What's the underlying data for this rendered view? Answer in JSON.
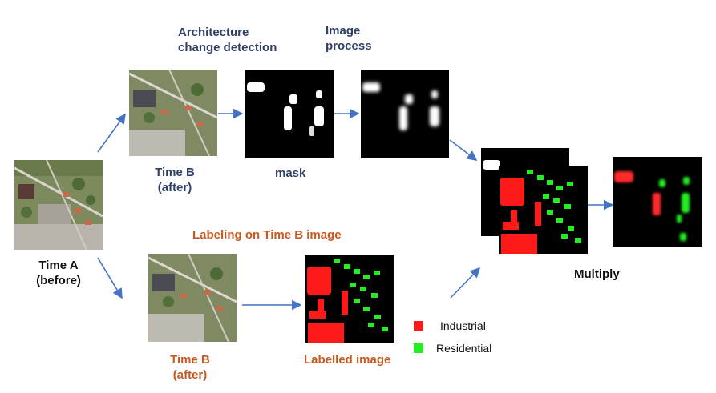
{
  "labels": {
    "arch_change_line1": "Architecture",
    "arch_change_line2": "change detection",
    "image_process_line1": "Image",
    "image_process_line2": "process",
    "time_a_line1": "Time A",
    "time_a_line2": "(before)",
    "time_b_top_line1": "Time B",
    "time_b_top_line2": "(after)",
    "mask": "mask",
    "labeling_on_time_b": "Labeling on Time B image",
    "time_b_bottom_line1": "Time B",
    "time_b_bottom_line2": "(after)",
    "labelled_image": "Labelled image",
    "multiply": "Multiply"
  },
  "legend": [
    {
      "label": "Industrial",
      "color": "#ff1a1a"
    },
    {
      "label": "Residential",
      "color": "#22ee22"
    }
  ],
  "colors": {
    "navy_text": "#2f3f66",
    "orange_text": "#c65a1e",
    "arrow": "#4472c4",
    "industrial": "#ff1a1a",
    "residential": "#22ee22"
  }
}
